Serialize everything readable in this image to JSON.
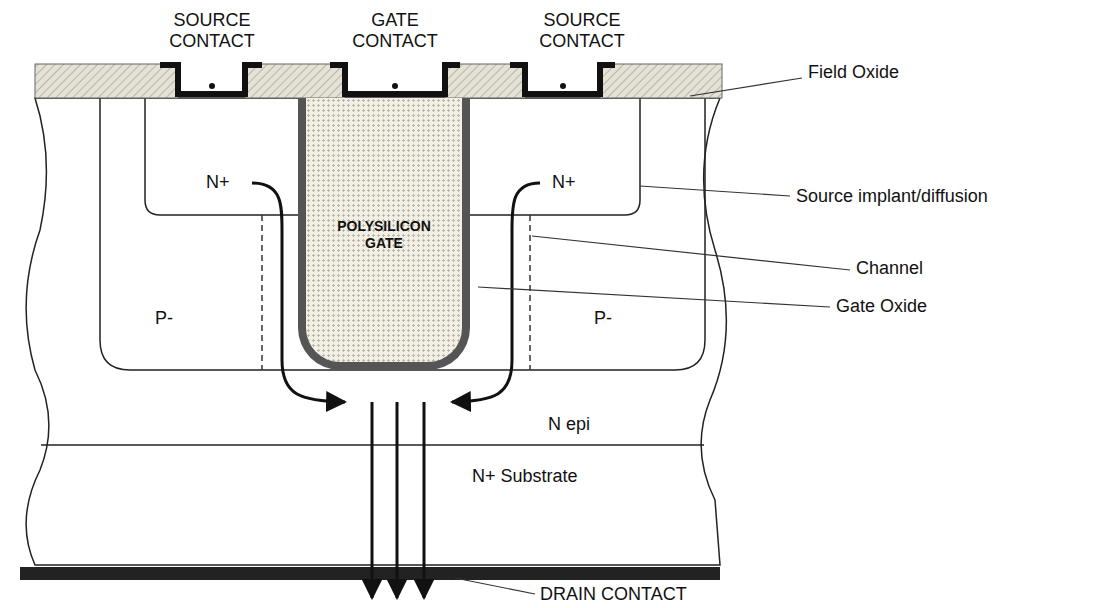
{
  "diagram": {
    "nodes": [
      {
        "text": [
          "POLYSILICON GATE"
        ]
      }
    ],
    "labels": [
      "SOURCE CONTACT",
      "GATE CONTACT",
      "SOURCE CONTACT",
      "Field Oxide",
      "N+",
      "N+",
      "Source implant/diffusion",
      "Channel",
      "P-",
      "P-",
      "Gate Oxide",
      "N epi",
      "N+ Substrate",
      "DRAIN CONTACT"
    ]
  }
}
